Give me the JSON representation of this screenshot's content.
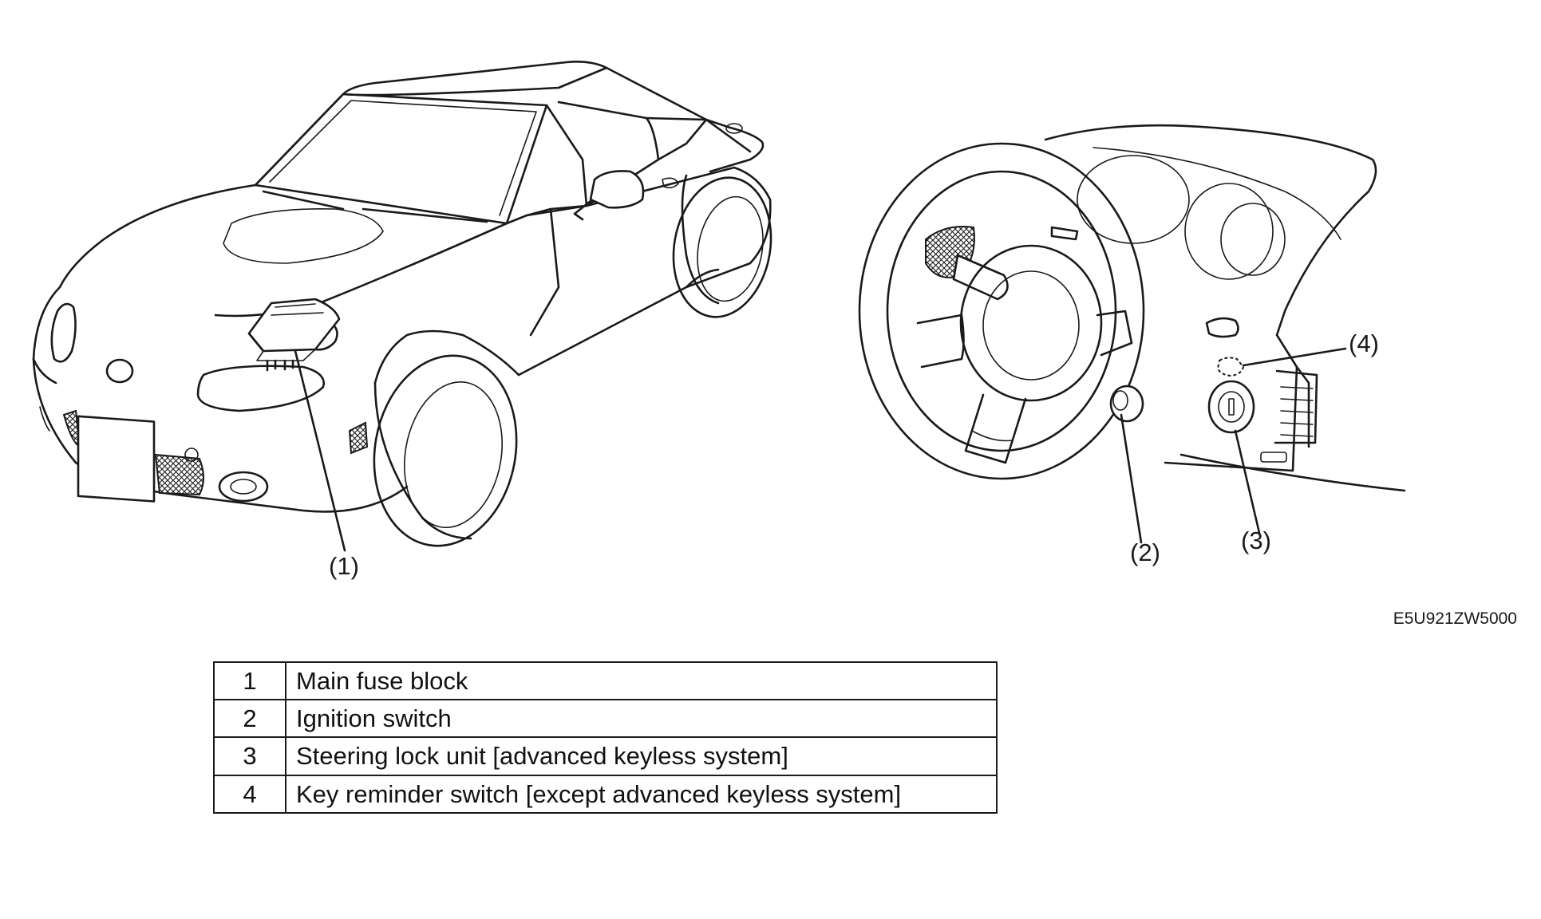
{
  "callouts": {
    "c1": "(1)",
    "c2": "(2)",
    "c3": "(3)",
    "c4": "(4)"
  },
  "figure_code": "E5U921ZW5000",
  "legend": [
    {
      "num": "1",
      "label": "Main fuse block"
    },
    {
      "num": "2",
      "label": "Ignition switch"
    },
    {
      "num": "3",
      "label": "Steering lock unit [advanced keyless system]"
    },
    {
      "num": "4",
      "label": "Key reminder switch [except advanced keyless system]"
    }
  ],
  "colors": {
    "ink": "#1a1a1a",
    "background": "#ffffff"
  }
}
